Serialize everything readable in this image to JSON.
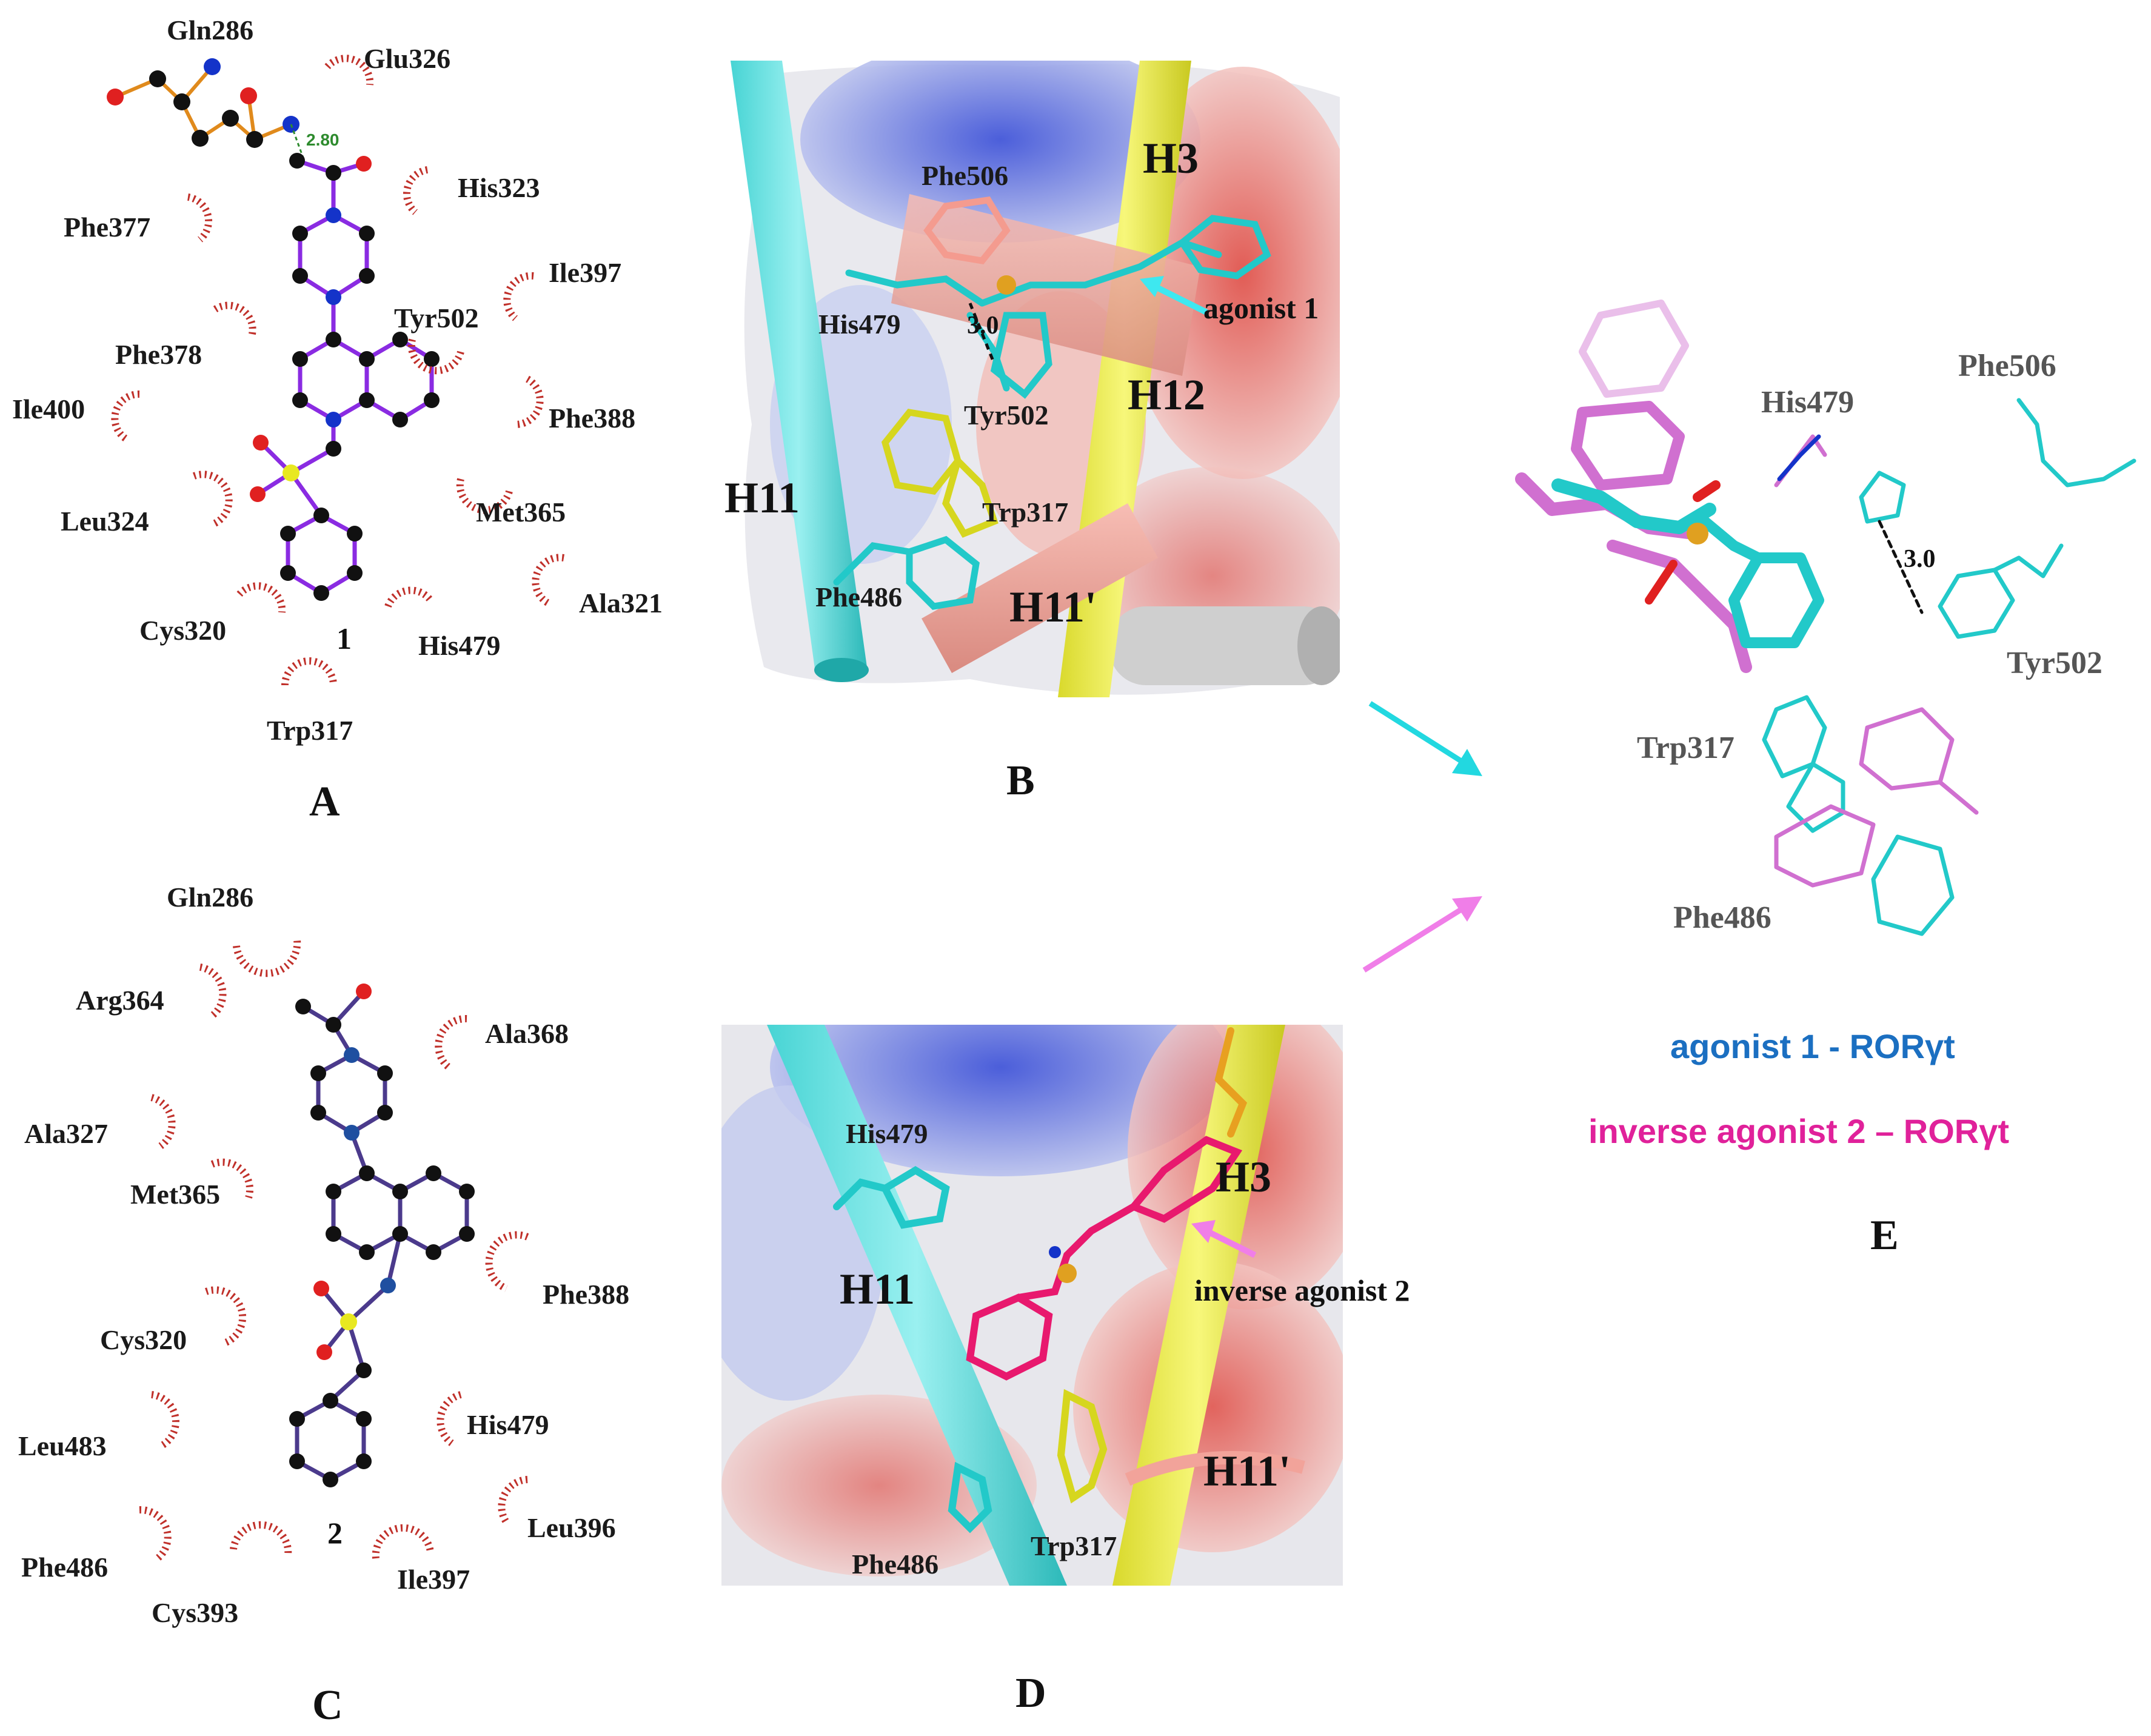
{
  "panels": {
    "A": "A",
    "B": "B",
    "C": "C",
    "D": "D",
    "E": "E"
  },
  "panel_a": {
    "residues": [
      "Gln286",
      "Glu326",
      "His323",
      "Phe377",
      "Ile397",
      "Tyr502",
      "Phe378",
      "Ile400",
      "Phe388",
      "Leu324",
      "Met365",
      "Ala321",
      "Cys320",
      "His479",
      "Trp317"
    ],
    "ligand_number": "1",
    "hbond_distance": "2.80"
  },
  "panel_b": {
    "helices": [
      "H3",
      "H11",
      "H12",
      "H11'"
    ],
    "residues": [
      "Phe506",
      "His479",
      "Tyr502",
      "Trp317",
      "Phe486"
    ],
    "distance": "3.0",
    "ligand_label": "agonist 1"
  },
  "panel_c": {
    "residues": [
      "Gln286",
      "Arg364",
      "Ala368",
      "Ala327",
      "Met365",
      "Phe388",
      "Cys320",
      "His479",
      "Leu483",
      "Leu396",
      "Phe486",
      "Ile397",
      "Cys393"
    ],
    "ligand_number": "2"
  },
  "panel_d": {
    "helices": [
      "H3",
      "H11",
      "H11'"
    ],
    "residues": [
      "His479",
      "Phe486",
      "Trp317"
    ],
    "ligand_label": "inverse agonist 2"
  },
  "panel_e": {
    "residues": [
      "His479",
      "Phe506",
      "Tyr502",
      "Trp317",
      "Phe486"
    ],
    "distance": "3.0",
    "legend": [
      {
        "label": "agonist 1 - RORγt",
        "color": "#1b6fc1"
      },
      {
        "label": "inverse agonist 2 – RORγt",
        "color": "#e0219a"
      }
    ]
  },
  "colors": {
    "cyan": "#22c9c9",
    "yellow": "#e6e63c",
    "salmon": "#f2a39a",
    "purple_bond": "#8a2be2",
    "dark_bond": "#4b3a8c",
    "arc": "#c0302a",
    "magenta": "#e0219a",
    "violet": "#d070d0"
  }
}
